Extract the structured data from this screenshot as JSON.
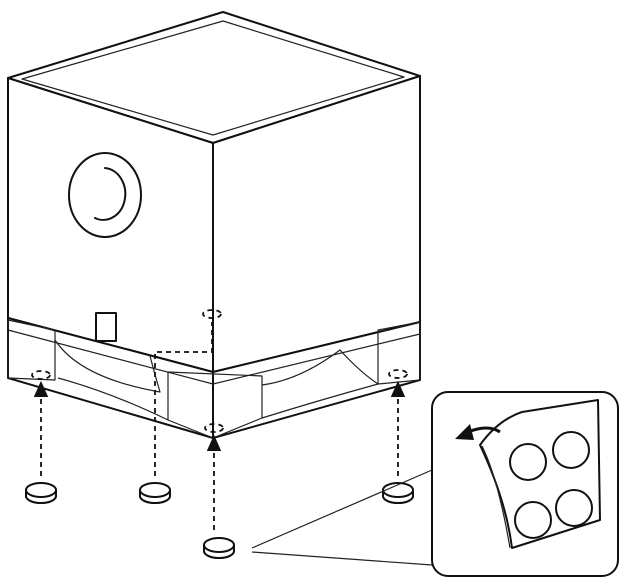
{
  "diagram": {
    "subject": "subwoofer-feet-attachment",
    "parts": {
      "cabinet": "subwoofer-cabinet",
      "port": "bass-reflex-port",
      "base_corners": 4,
      "rubber_feet": 4,
      "feet_sheet_pads": 4
    },
    "icons": {
      "peel_arrow": "peel-arrow-icon",
      "placement_arrow": "dashed-arrow-icon"
    },
    "colors": {
      "line": "#111111",
      "fill": "#ffffff",
      "sheet": "#f2f2f2"
    }
  }
}
